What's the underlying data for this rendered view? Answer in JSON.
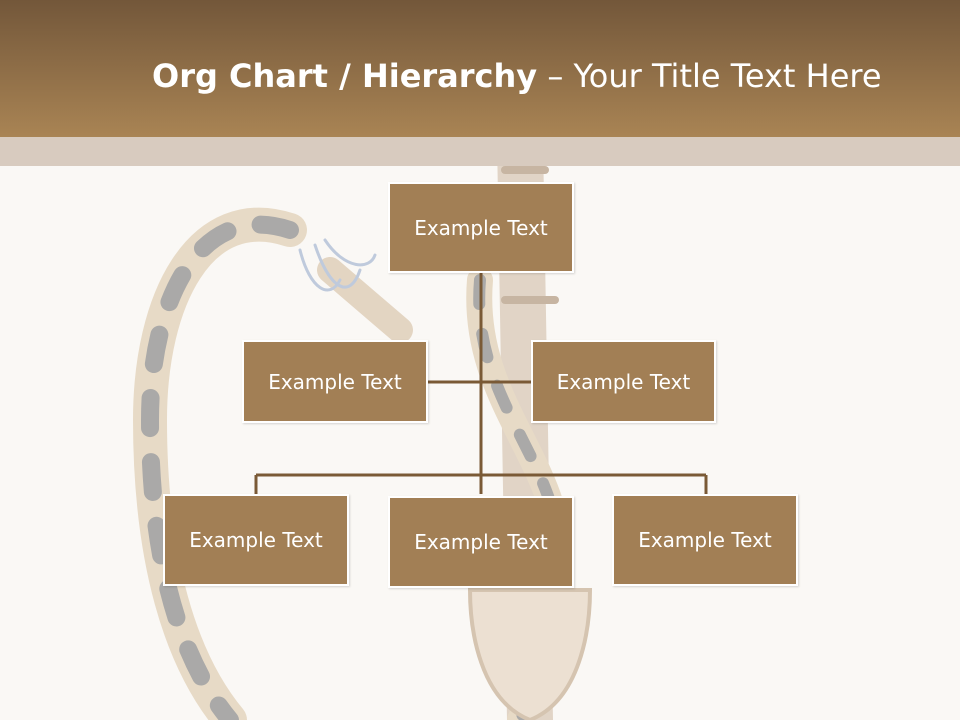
{
  "title": {
    "bold": "Org Chart / Hierarchy",
    "dash": " – ",
    "light": "Your Title Text Here"
  },
  "background": {
    "icon": "hookah-watermark-icon",
    "header_color": "#8b6a44",
    "band_color": "#d8cbbf",
    "box_color": "#a27f55"
  },
  "org": {
    "top": {
      "label": "Example Text"
    },
    "assistants": [
      {
        "label": "Example Text"
      },
      {
        "label": "Example Text"
      }
    ],
    "subordinates": [
      {
        "label": "Example Text"
      },
      {
        "label": "Example Text"
      },
      {
        "label": "Example Text"
      }
    ]
  }
}
